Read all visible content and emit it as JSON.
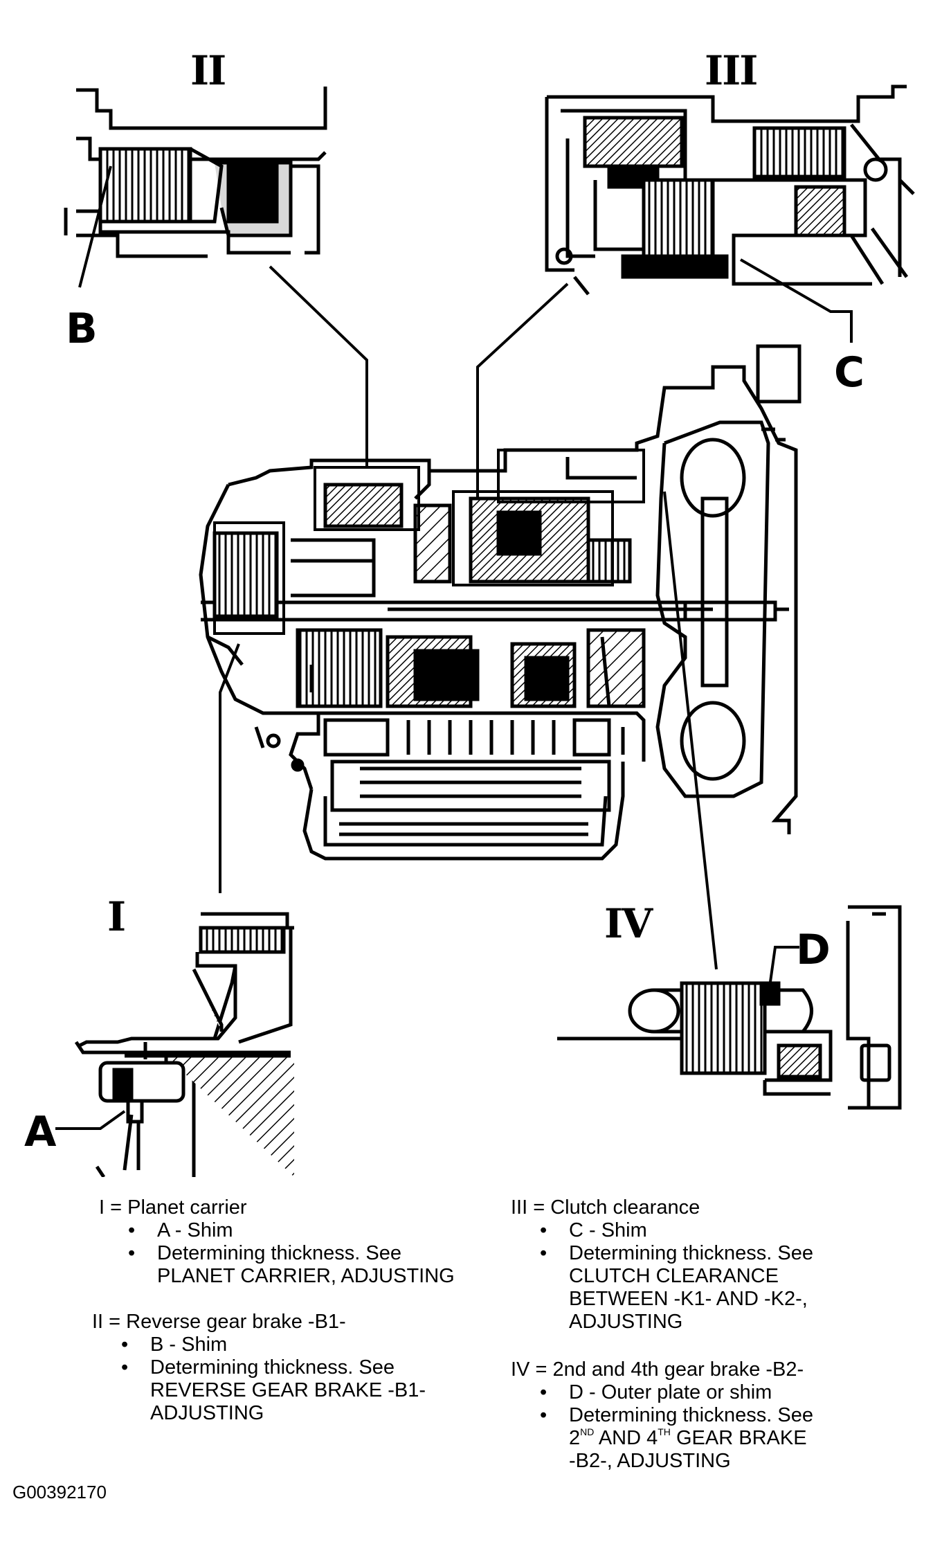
{
  "callouts": {
    "view_ii": "II",
    "view_iii": "III",
    "view_i": "I",
    "view_iv": "IV",
    "label_a": "A",
    "label_b": "B",
    "label_c": "C",
    "label_d": "D"
  },
  "legend": {
    "i": {
      "title": "I = Planet carrier",
      "item1": "A - Shim",
      "item2_line1": "Determining thickness. See",
      "item2_line2": "PLANET CARRIER, ADJUSTING"
    },
    "ii": {
      "title": "II = Reverse gear brake -B1-",
      "item1": "B - Shim",
      "item2_line1": "Determining thickness. See",
      "item2_line2": "REVERSE GEAR BRAKE -B1-",
      "item2_line3": "ADJUSTING"
    },
    "iii": {
      "title": "III = Clutch clearance",
      "item1": "C - Shim",
      "item2_line1": "Determining thickness. See",
      "item2_line2": "CLUTCH CLEARANCE",
      "item2_line3": "BETWEEN -K1- AND -K2-,",
      "item2_line4": "ADJUSTING"
    },
    "iv": {
      "title": "IV = 2nd and 4th gear brake -B2-",
      "item1": "D - Outer plate or shim",
      "item2_line1": "Determining thickness. See",
      "item2_line2_pre": "2",
      "item2_line2_sup1": "ND",
      "item2_line2_mid": " AND 4",
      "item2_line2_sup2": "TH",
      "item2_line2_post": " GEAR BRAKE",
      "item2_line3": "-B2-,  ADJUSTING"
    }
  },
  "image_code": "G00392170"
}
